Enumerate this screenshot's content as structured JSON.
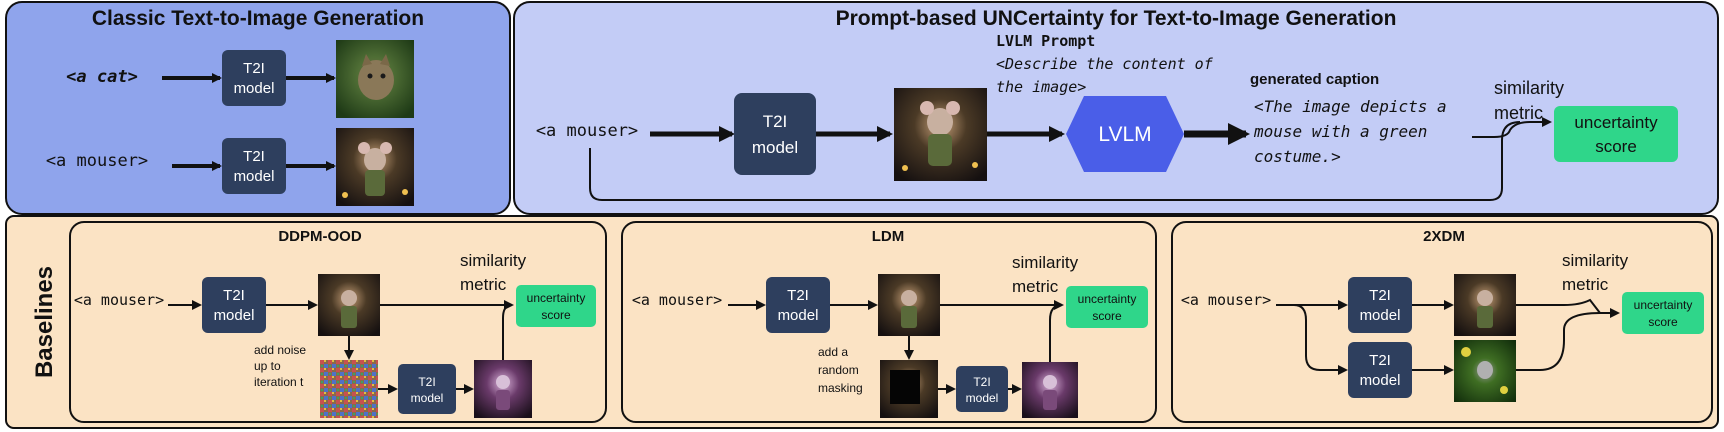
{
  "classic": {
    "title": "Classic Text-to-Image Generation",
    "prompt_cat": "<a cat>",
    "prompt_mouser": "<a mouser>",
    "t2i_line1": "T2I",
    "t2i_line2": "model"
  },
  "puncertainty": {
    "title": "Prompt-based UNCertainty for Text-to-Image Generation",
    "prompt": "<a mouser>",
    "t2i_line1": "T2I",
    "t2i_line2": "model",
    "lvlm_prompt_title": "LVLM Prompt",
    "lvlm_prompt_line1": "<Describe the content of",
    "lvlm_prompt_line2": "the image>",
    "lvlm": "LVLM",
    "caption_title": "generated caption",
    "caption_line1": "<The image depicts a",
    "caption_line2": "mouse with a green",
    "caption_line3": "costume.>",
    "similarity_line1": "similarity",
    "similarity_line2": "metric",
    "score_line1": "uncertainty",
    "score_line2": "score"
  },
  "baselines": {
    "label": "Baselines",
    "ddpm": {
      "title": "DDPM-OOD",
      "prompt": "<a mouser>",
      "t2i_line1": "T2I",
      "t2i_line2": "model",
      "similarity_line1": "similarity",
      "similarity_line2": "metric",
      "score_line1": "uncertainty",
      "score_line2": "score",
      "step_line1": "add noise",
      "step_line2": "up to",
      "step_line3": "iteration t"
    },
    "ldm": {
      "title": "LDM",
      "prompt": "<a mouser>",
      "t2i_line1": "T2I",
      "t2i_line2": "model",
      "similarity_line1": "similarity",
      "similarity_line2": "metric",
      "score_line1": "uncertainty",
      "score_line2": "score",
      "step_line1": "add a",
      "step_line2": "random",
      "step_line3": "masking"
    },
    "twoxdm": {
      "title": "2XDM",
      "prompt": "<a mouser>",
      "t2i_line1": "T2I",
      "t2i_line2": "model",
      "similarity_line1": "similarity",
      "similarity_line2": "metric",
      "score_line1": "uncertainty",
      "score_line2": "score"
    }
  },
  "colors": {
    "classic_bg": "#8fa4ec",
    "pun_bg": "#c3ccf6",
    "baseline_bg": "#fbe3c4",
    "t2i_box": "#2e3f5e",
    "lvlm": "#4a5ee8",
    "score": "#2fd68a"
  },
  "icons": {
    "cat_image": "cat-photo",
    "mouse_image": "mouse-warrior-photo",
    "noise_image": "noisy-image",
    "masked_image": "masked-image",
    "alt_mouse_image": "mouse-in-leaves-photo"
  }
}
